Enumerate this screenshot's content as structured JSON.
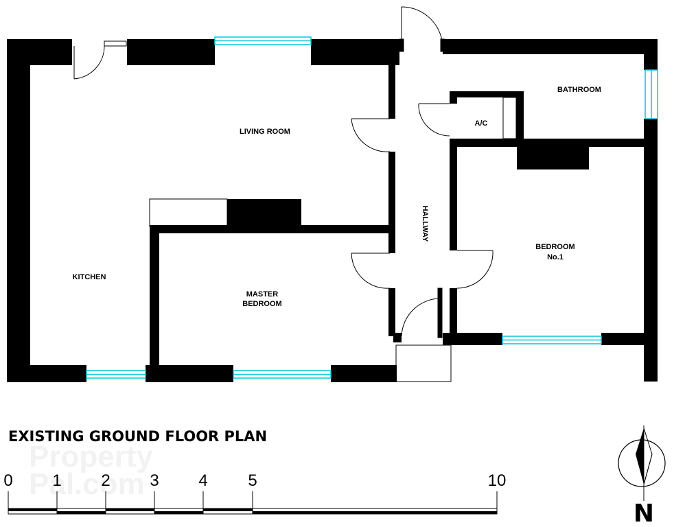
{
  "plan": {
    "title": "EXISTING GROUND FLOOR PLAN",
    "rooms": {
      "living_room": "LIVING ROOM",
      "kitchen": "KITCHEN",
      "master_bedroom_line1": "MASTER",
      "master_bedroom_line2": "BEDROOM",
      "hallway": "HALLWAY",
      "bathroom": "BATHROOM",
      "airing_cupboard": "A/C",
      "bedroom1_line1": "BEDROOM",
      "bedroom1_line2": "No.1"
    },
    "scale_labels": [
      "0",
      "1",
      "2",
      "3",
      "4",
      "5",
      "10"
    ],
    "north_label": "N",
    "watermark_line1": "Property",
    "watermark_line2": "Pal.com"
  },
  "colors": {
    "wall": "#000000",
    "window": "#00c8e0",
    "background": "#ffffff"
  }
}
